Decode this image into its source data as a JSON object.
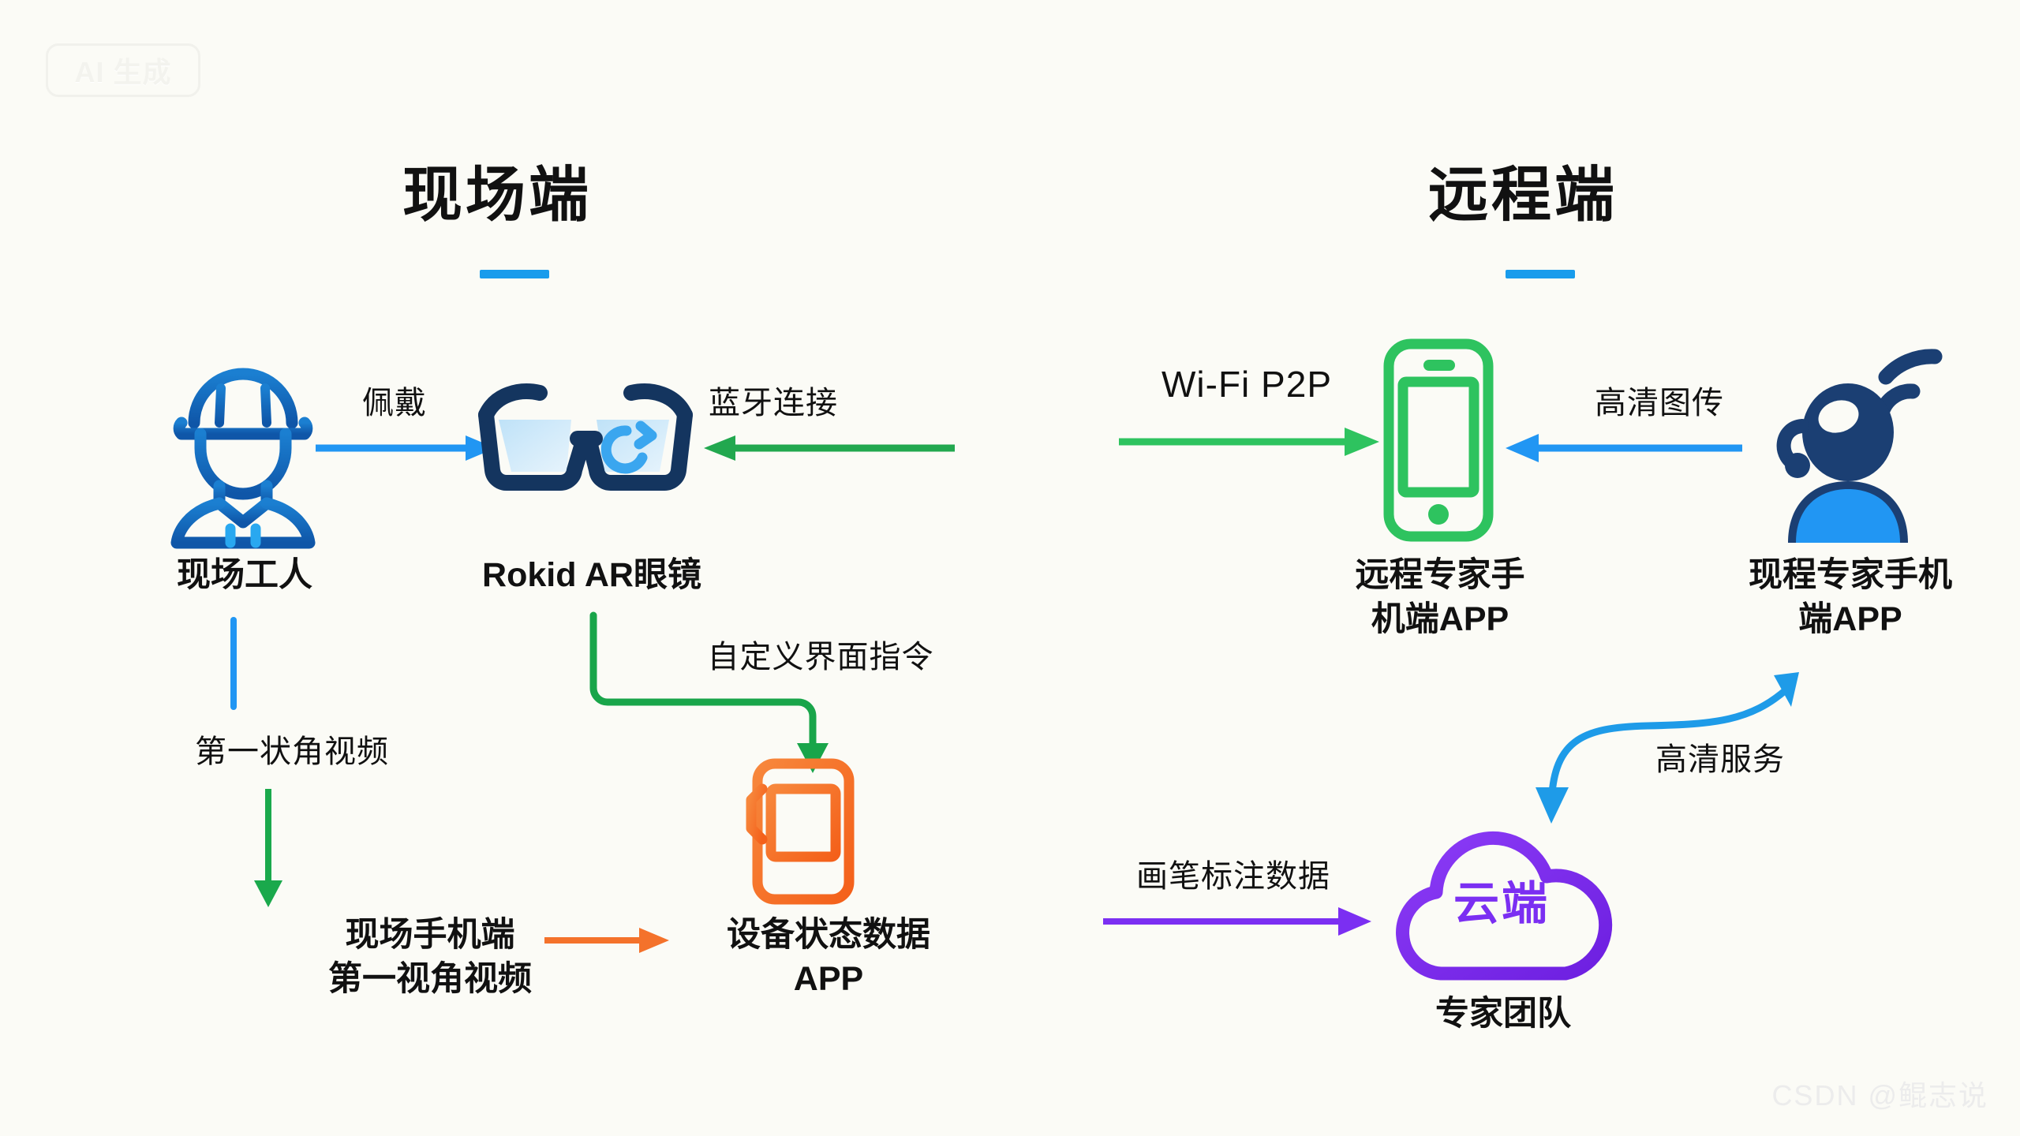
{
  "watermarks": {
    "ai_badge": "AI 生成",
    "csdn": "CSDN @鲲志说"
  },
  "sections": [
    {
      "id": "onsite",
      "title": "现场端",
      "accent": "#189cec"
    },
    {
      "id": "remote",
      "title": "远程端",
      "accent": "#189cec"
    }
  ],
  "nodes": {
    "worker": {
      "label": "现场工人",
      "icon": "construction-worker-icon",
      "color": "#1468b3"
    },
    "ar_glasses": {
      "label": "Rokid AR眼镜",
      "icon": "ar-glasses-icon",
      "color": "#163a6b"
    },
    "device_app": {
      "label_line1": "设备状态数据",
      "label_line2": "APP",
      "icon": "orange-phone-icon",
      "color": "#f4722b"
    },
    "onsite_phone": {
      "label_line1": "现场手机端",
      "label_line2": "第一视角视频"
    },
    "remote_phone": {
      "label_line1": "远程专家手",
      "label_line2": "机端APP",
      "icon": "green-phone-icon",
      "color": "#2ec35f"
    },
    "expert": {
      "label_line1": "现程专家手机",
      "label_line2": "端APP",
      "icon": "expert-headset-icon",
      "color": "#1c4e8c"
    },
    "cloud": {
      "inner_label": "云端",
      "label": "专家团队",
      "icon": "cloud-icon",
      "color": "#7b2ff2"
    }
  },
  "edges": [
    {
      "id": "wear",
      "label": "佩戴",
      "color": "#2196f3",
      "from": "worker",
      "to": "ar_glasses"
    },
    {
      "id": "bluetooth",
      "label": "蓝牙连接",
      "color": "#22a84f",
      "from": "onsite_phone",
      "to": "ar_glasses"
    },
    {
      "id": "fpv",
      "label": "第一状角视频",
      "color": "#1aa94c",
      "from": "worker",
      "to": "onsite_phone"
    },
    {
      "id": "ui_command",
      "label": "自定义界面指令",
      "color": "#19a54a",
      "from": "ar_glasses",
      "to": "device_app"
    },
    {
      "id": "status_flow",
      "label": "",
      "color": "#f4722b",
      "from": "onsite_phone",
      "to": "device_app"
    },
    {
      "id": "wifi_p2p",
      "label": "Wi-Fi P2P",
      "color": "#2ec35f",
      "from": "onsite_phone",
      "to": "remote_phone"
    },
    {
      "id": "hd_video",
      "label": "高清图传",
      "color": "#2196f3",
      "from": "expert",
      "to": "remote_phone"
    },
    {
      "id": "hd_service",
      "label": "高清服务",
      "color": "#1e9be8",
      "from": "cloud",
      "to": "expert"
    },
    {
      "id": "annotation",
      "label": "画笔标注数据",
      "color": "#7b2ff2",
      "from": "remote_phone",
      "to": "cloud"
    }
  ]
}
